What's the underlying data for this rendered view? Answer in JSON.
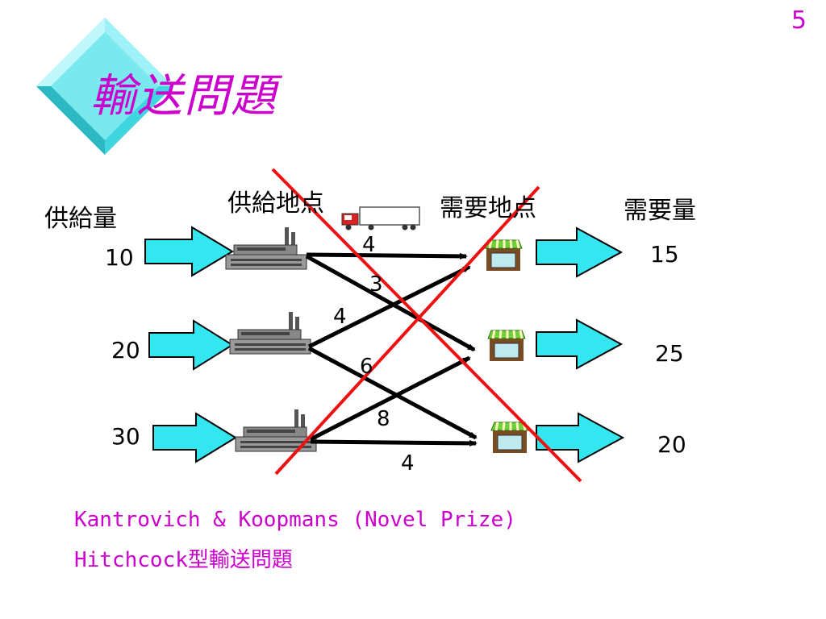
{
  "page_number": "5",
  "title": "輸送問題",
  "headers": {
    "supply_amount": "供給量",
    "supply_points": "供給地点",
    "demand_points": "需要地点",
    "demand_amount": "需要量"
  },
  "supplies": [
    "10",
    "20",
    "30"
  ],
  "demands": [
    "15",
    "25",
    "20"
  ],
  "routes": [
    {
      "from": 0,
      "to": 0,
      "cost": "4"
    },
    {
      "from": 0,
      "to": 1,
      "cost": "3"
    },
    {
      "from": 1,
      "to": 0,
      "cost": "4"
    },
    {
      "from": 1,
      "to": 2,
      "cost": "6"
    },
    {
      "from": 2,
      "to": 1,
      "cost": "8"
    },
    {
      "from": 2,
      "to": 2,
      "cost": "4"
    }
  ],
  "footer": {
    "line1": "Kantrovich & Koopmans (Novel Prize)",
    "line2": "Hitchcock型輸送問題"
  },
  "colors": {
    "accent": "#cc00cc",
    "arrow_fill": "#33e6f0",
    "cross": "#ee1111",
    "diamond": "#3fd6e0"
  },
  "icons": [
    "diamond-bullet-icon",
    "factory-icon",
    "shop-icon",
    "truck-icon",
    "block-arrow-icon"
  ]
}
